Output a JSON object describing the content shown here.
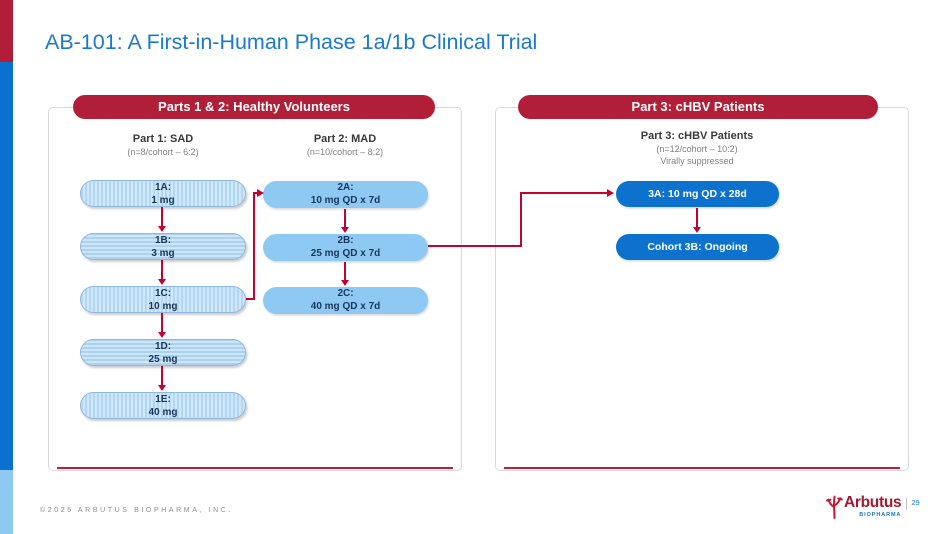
{
  "title": "AB-101: A First-in-Human Phase 1a/1b Clinical Trial",
  "colors": {
    "title_blue": "#1B79C9",
    "brand_red": "#B11E38",
    "arrow_red": "#C00330",
    "dark_blue": "#0D72CE",
    "light_blue": "#8DC9F3"
  },
  "left_panel": {
    "header": "Parts 1 & 2: Healthy Volunteers",
    "part1": {
      "title": "Part 1: SAD",
      "subtitle": "(n=8/cohort – 6:2)",
      "cohorts": [
        {
          "id": "1A:",
          "dose": "1 mg"
        },
        {
          "id": "1B:",
          "dose": "3 mg"
        },
        {
          "id": "1C:",
          "dose": "10 mg"
        },
        {
          "id": "1D:",
          "dose": "25 mg"
        },
        {
          "id": "1E:",
          "dose": "40 mg"
        }
      ]
    },
    "part2": {
      "title": "Part 2: MAD",
      "subtitle": "(n=10/cohort – 8:2)",
      "cohorts": [
        {
          "id": "2A:",
          "dose": "10 mg QD x 7d"
        },
        {
          "id": "2B:",
          "dose": "25 mg QD x 7d"
        },
        {
          "id": "2C:",
          "dose": "40 mg QD x 7d"
        }
      ]
    }
  },
  "right_panel": {
    "header": "Part 3: cHBV Patients",
    "column_title": "Part 3: cHBV Patients",
    "column_subtitle": "(n=12/cohort – 10:2)",
    "column_note": "Virally suppressed",
    "cohorts": [
      {
        "label": "3A: 10 mg QD x 28d"
      },
      {
        "label": "Cohort 3B: Ongoing"
      }
    ]
  },
  "footer": {
    "copyright": "©2025 ARBUTUS BIOPHARMA, INC.",
    "logo_brand": "Arbutus",
    "logo_sub": "BIOPHARMA",
    "page_number": "29"
  }
}
